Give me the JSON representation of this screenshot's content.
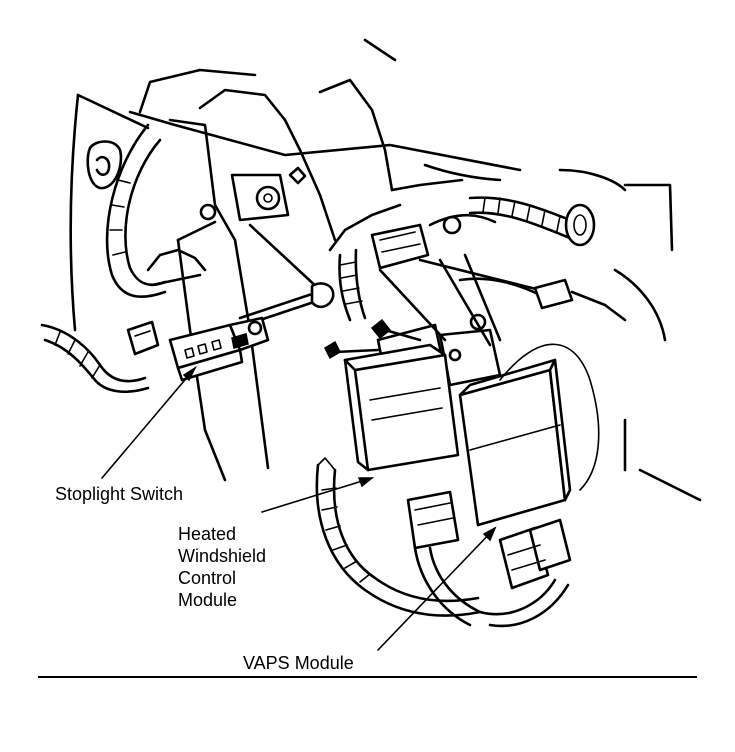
{
  "labels": {
    "stoplight_switch": "Stoplight Switch",
    "heated_windshield": [
      "Heated",
      "Windshield",
      "Control",
      "Module"
    ],
    "vaps_module": "VAPS Module"
  },
  "colors": {
    "ink": "#000000",
    "paper": "#ffffff"
  }
}
